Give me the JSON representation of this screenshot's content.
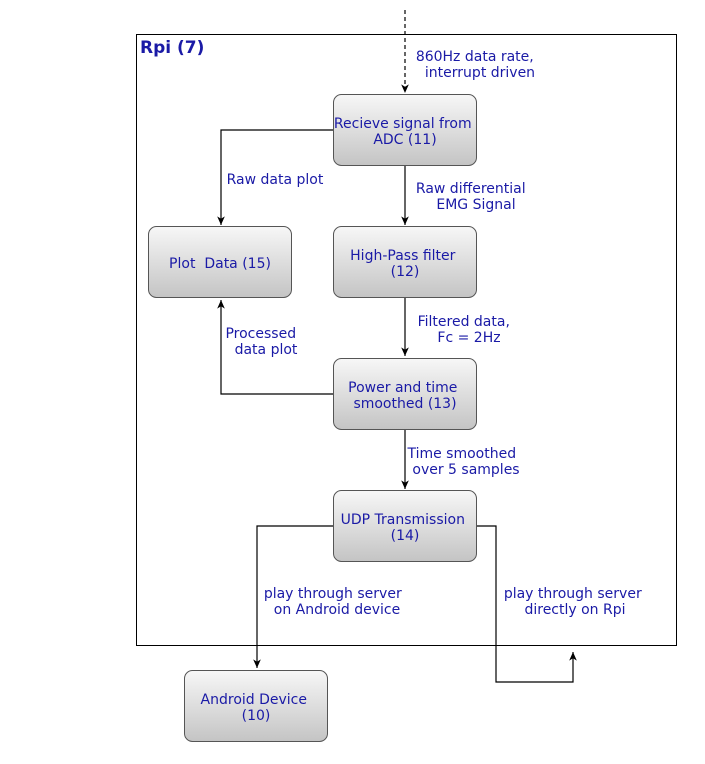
{
  "container": {
    "title": "Rpi (7)"
  },
  "nodes": {
    "receive_signal": {
      "lines": [
        "Recieve signal from",
        "ADC (11)"
      ]
    },
    "high_pass": {
      "lines": [
        "High-Pass filter",
        "(12)"
      ]
    },
    "power_smoothed": {
      "lines": [
        "Power and time",
        "smoothed (13)"
      ]
    },
    "udp": {
      "lines": [
        "UDP Transmission",
        "(14)"
      ]
    },
    "plot_data": {
      "lines": [
        "Plot  Data (15)"
      ]
    },
    "android": {
      "lines": [
        "Android Device",
        "(10)"
      ]
    }
  },
  "edge_labels": {
    "input": [
      "860Hz data rate,",
      "interrupt driven"
    ],
    "raw_plot": [
      "Raw data plot"
    ],
    "raw_emg": [
      "Raw differential",
      "EMG Signal"
    ],
    "filtered": [
      "Filtered data,",
      "Fc = 2Hz"
    ],
    "processed_plot": [
      "Processed",
      "data plot"
    ],
    "time_smoothed": [
      "Time smoothed",
      "over 5 samples"
    ],
    "android_server": [
      "play through server",
      "on Android device"
    ],
    "rpi_server": [
      "play through server",
      "directly on Rpi"
    ]
  },
  "colors": {
    "text": "#1a1aa6",
    "box_top": "#f7f7f7",
    "box_bottom": "#c4c4c4",
    "border": "#555555",
    "line": "#000000"
  }
}
